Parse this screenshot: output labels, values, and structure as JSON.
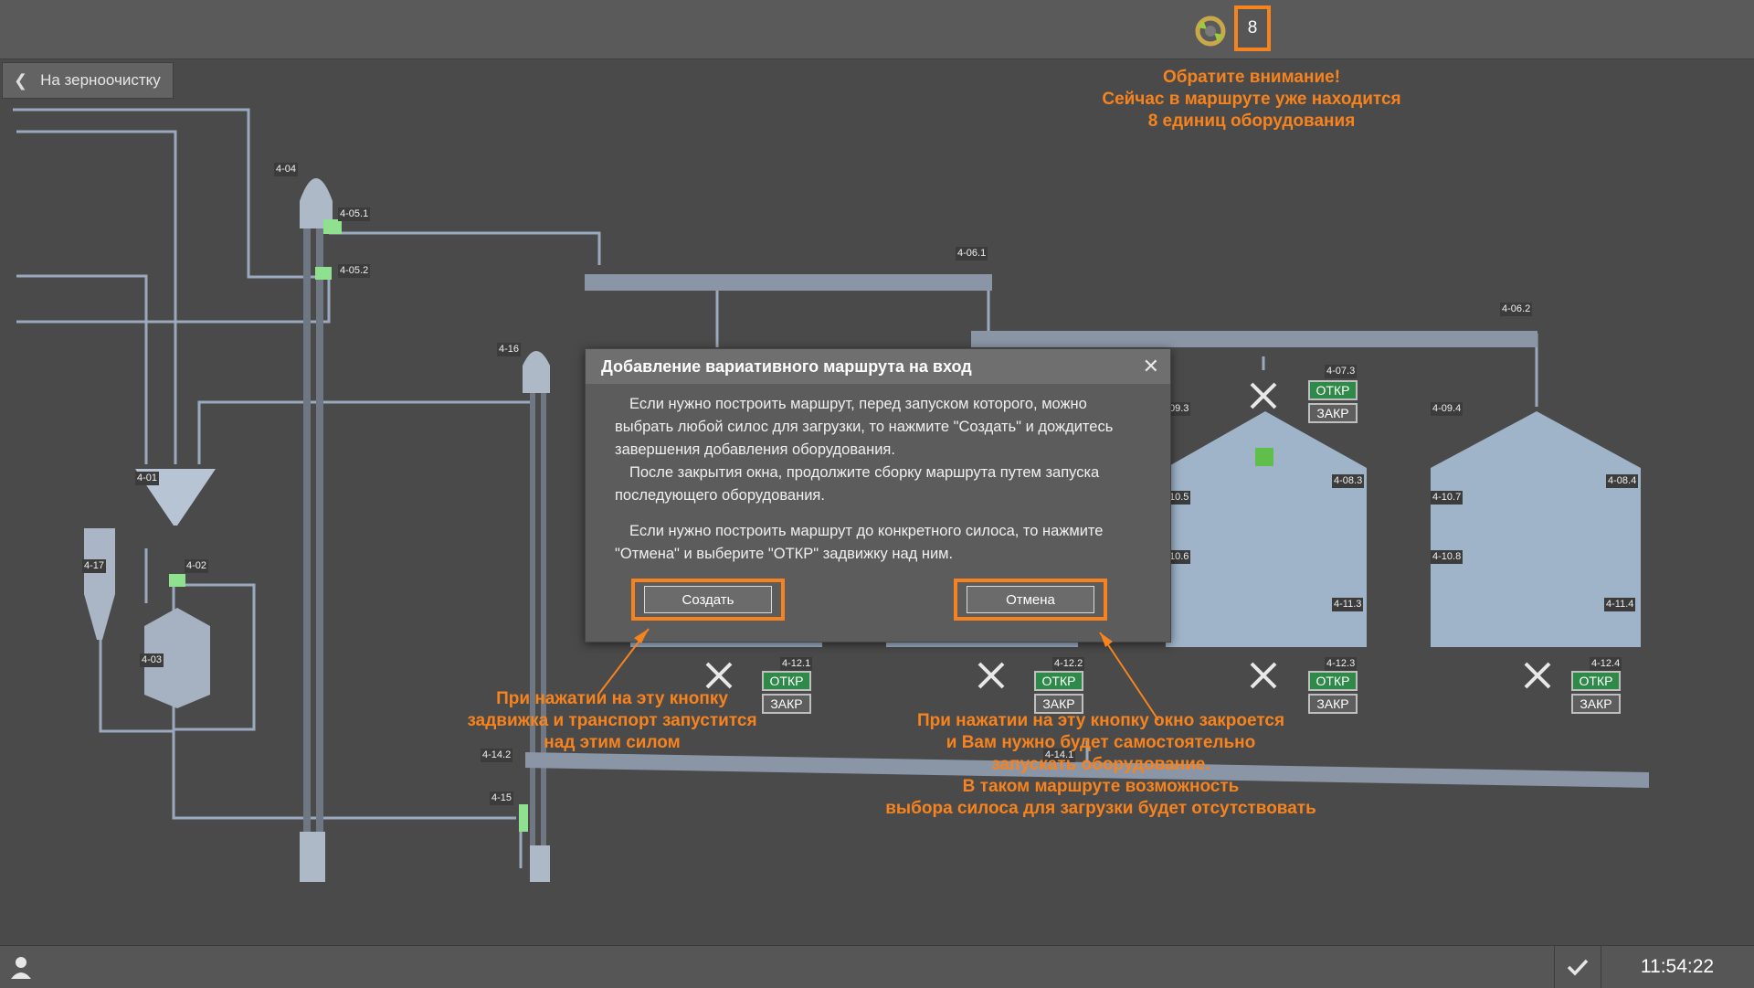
{
  "header": {
    "route_count": "8"
  },
  "nav": {
    "back_label": "На зерноочистку"
  },
  "notice": {
    "lines": [
      "Обратите внимание!",
      "Сейчас в маршруте уже находится",
      "8 единиц оборудования"
    ]
  },
  "equipment_labels": [
    "4-04",
    "4-05.1",
    "4-05.2",
    "4-06.1",
    "4-06.2",
    "4-16",
    "4-01",
    "4-02",
    "4-17",
    "4-03",
    "4-07.3",
    "09.3",
    "4-09.4",
    "10.5",
    "4-10.7",
    "10.6",
    "4-10.8",
    "4-08.3",
    "4-08.4",
    "4-11.3",
    "4-11.4",
    "4-12.1",
    "4-12.2",
    "4-12.3",
    "4-12.4",
    "4-14.2",
    "4-14.1",
    "4-15"
  ],
  "valves": {
    "open_label": "ОТКР",
    "close_label": "ЗАКР"
  },
  "dialog": {
    "title": "Добавление вариативного маршрута на вход",
    "paragraph1": "Если нужно построить маршрут, перед запуском которого, можно выбрать любой силос для загрузки, то нажмите \"Создать\" и дождитесь завершения добавления оборудования.",
    "paragraph2": "После закрытия окна, продолжите сборку маршрута путем запуска последующего оборудования.",
    "paragraph3": "Если нужно построить маршрут до конкретного силоса, то нажмите \"Отмена\" и выберите \"ОТКР\" задвижку над ним.",
    "create_label": "Создать",
    "cancel_label": "Отмена"
  },
  "annotations": {
    "create_lines": [
      "При нажатии на эту кнопку",
      "задвижка и транспорт запустится",
      "над этим силом"
    ],
    "cancel_lines": [
      "При нажатии на эту кнопку окно закроется",
      "и Вам нужно будет самостоятельно",
      "запускать оборудование.",
      "В таком маршруте возможность",
      "выбора силоса для загрузки будет отсутствовать"
    ]
  },
  "footer": {
    "clock": "11:54:22"
  },
  "colors": {
    "accent": "#f7831e",
    "open_green": "#2f8a4a",
    "active_green": "#8fe08f"
  }
}
